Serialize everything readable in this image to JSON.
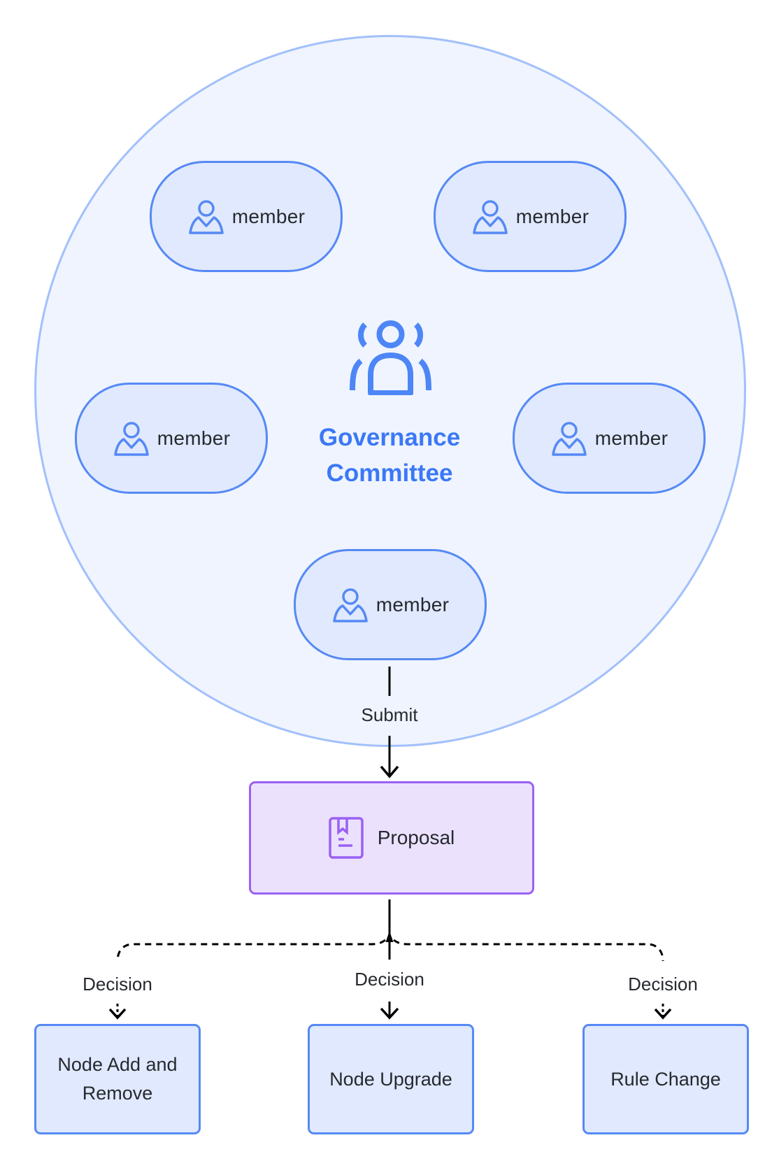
{
  "diagram": {
    "committee": {
      "title_line1": "Governance",
      "title_line2": "Committee",
      "icon": "group-broadcast-icon",
      "members": [
        {
          "label": "member",
          "icon": "user-icon"
        },
        {
          "label": "member",
          "icon": "user-icon"
        },
        {
          "label": "member",
          "icon": "user-icon"
        },
        {
          "label": "member",
          "icon": "user-icon"
        },
        {
          "label": "member",
          "icon": "user-icon"
        }
      ]
    },
    "proposal": {
      "label": "Proposal",
      "icon": "book-bookmark-icon"
    },
    "edges": {
      "submit": "Submit",
      "decision_left": "Decision",
      "decision_center": "Decision",
      "decision_right": "Decision"
    },
    "outcomes": [
      {
        "label": "Node Add and Remove"
      },
      {
        "label": "Node Upgrade"
      },
      {
        "label": "Rule Change"
      }
    ]
  },
  "colors": {
    "committee_fill": "#eff4fe",
    "committee_border": "#a2c0fb",
    "node_fill": "#e0e9fd",
    "node_border": "#5689f5",
    "accent_blue": "#3b78f5",
    "proposal_fill": "#ebe1fd",
    "proposal_border": "#9a61f3",
    "text": "#26292f",
    "edge": "#000000"
  }
}
